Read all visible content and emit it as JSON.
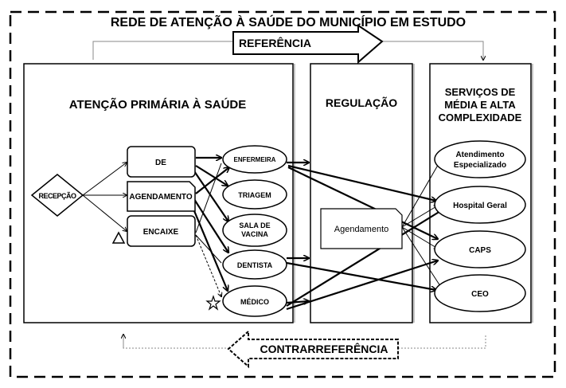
{
  "title": "REDE DE ATENÇÃO À SAÚDE DO MUNICÍPIO EM ESTUDO",
  "referencia": "REFERÊNCIA",
  "contrarreferencia": "CONTRARREFERÊNCIA",
  "aps": {
    "title": "ATENÇÃO PRIMÁRIA À SAÚDE",
    "recepcao": "RECEPÇÃO",
    "boxes": [
      "DE",
      "AGENDAMENTO",
      "ENCAIXE"
    ],
    "professionals": [
      {
        "lines": [
          "ENFERMEIRA"
        ]
      },
      {
        "lines": [
          "TRIAGEM"
        ]
      },
      {
        "lines": [
          "SALA DE",
          "VACINA"
        ]
      },
      {
        "lines": [
          "DENTISTA"
        ]
      },
      {
        "lines": [
          "MÉDICO"
        ]
      }
    ]
  },
  "regulacao": {
    "title": "REGULAÇÃO",
    "agendamento": "Agendamento"
  },
  "servicos": {
    "title_lines": [
      "SERVIÇOS DE",
      "MÉDIA E ALTA",
      "COMPLEXIDADE"
    ],
    "items": [
      {
        "lines": [
          "Atendimento",
          "Especializado"
        ]
      },
      {
        "lines": [
          "Hospital Geral"
        ]
      },
      {
        "lines": [
          "CAPS"
        ]
      },
      {
        "lines": [
          "CEO"
        ]
      }
    ]
  }
}
